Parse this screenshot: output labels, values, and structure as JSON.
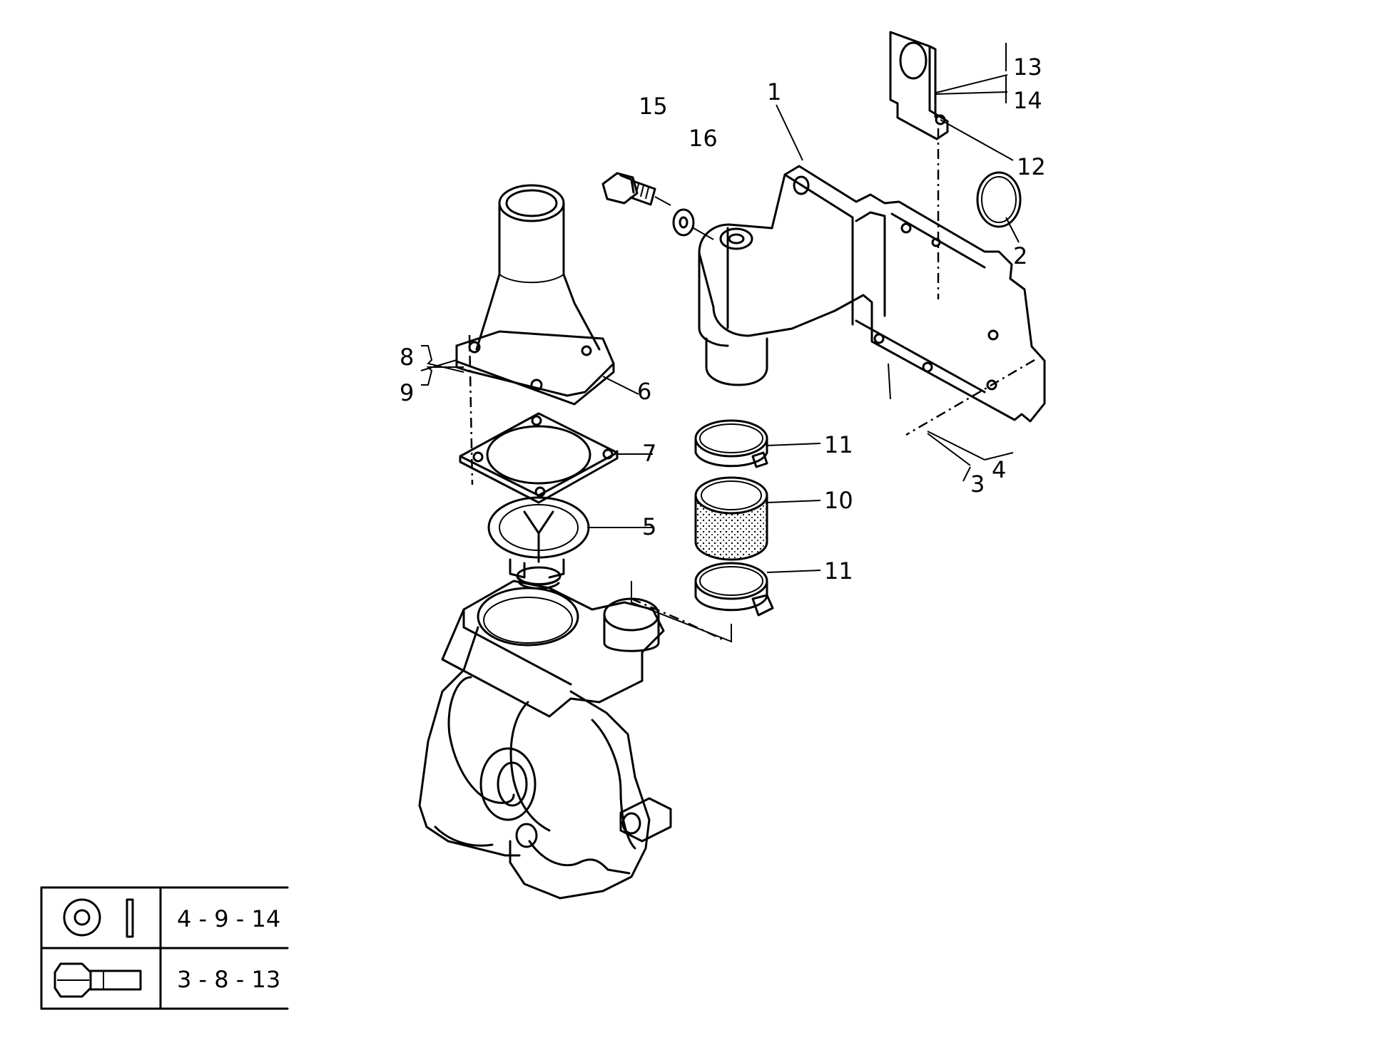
{
  "callouts": {
    "c1": "1",
    "c2": "2",
    "c3": "3",
    "c4": "4",
    "c5": "5",
    "c6": "6",
    "c7": "7",
    "c8": "8",
    "c9": "9",
    "c10": "10",
    "c11a": "11",
    "c11b": "11",
    "c12": "12",
    "c13": "13",
    "c14": "14",
    "c15": "15",
    "c16": "16"
  },
  "legend": {
    "row1": {
      "icon_washer": "washer-icon",
      "icon_pin": "pin-icon",
      "text": "4 - 9 - 14"
    },
    "row2": {
      "icon_bolt": "bolt-icon",
      "text": "3 - 8 - 13"
    }
  },
  "colors": {
    "line": "#000000",
    "background": "#ffffff"
  }
}
